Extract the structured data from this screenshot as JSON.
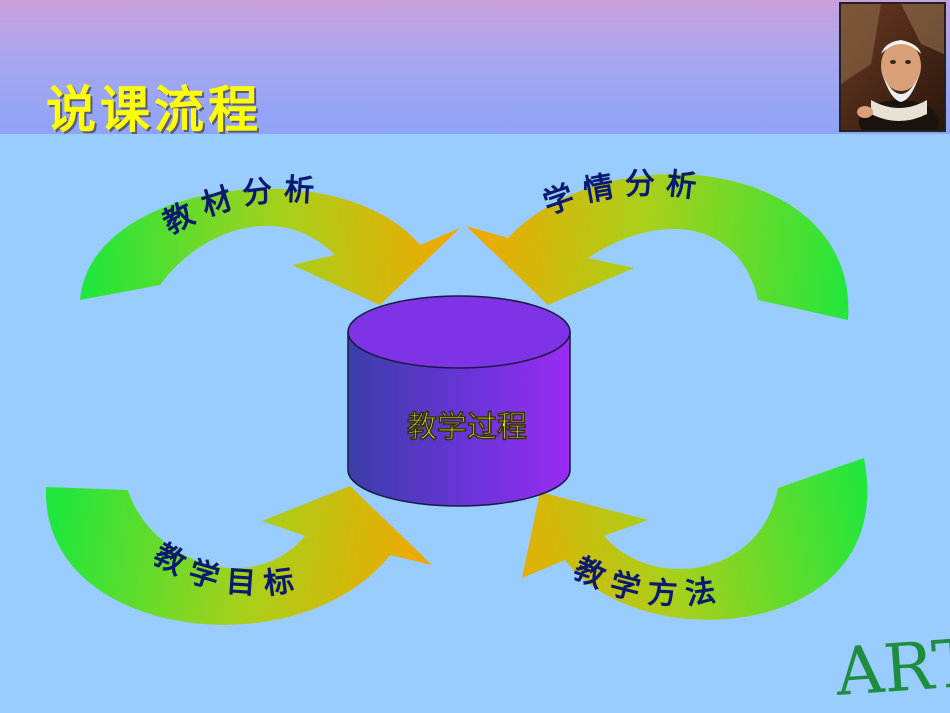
{
  "slide": {
    "title": "说课流程"
  },
  "diagram": {
    "center": "教学过程",
    "arrows": [
      {
        "label": "教材分析",
        "position": "top-left"
      },
      {
        "label": "学情分析",
        "position": "top-right"
      },
      {
        "label": "教学目标",
        "position": "bottom-left"
      },
      {
        "label": "教学方法",
        "position": "bottom-right"
      }
    ]
  },
  "logo": {
    "text": "ART"
  },
  "colors": {
    "background": "#99CCFF",
    "title": "#FFFF00",
    "arrow_start": "#22E63C",
    "arrow_end": "#F0A800",
    "cylinder": "#7A2FE0",
    "label": "#0A1A6E"
  }
}
